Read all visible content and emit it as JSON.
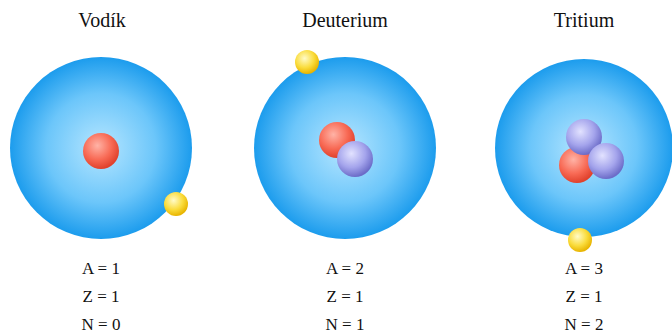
{
  "diagram": {
    "nodes": [
      {
        "text": [
          "Vodík"
        ]
      },
      {
        "text": [
          "Deuterium"
        ]
      },
      {
        "text": [
          "Tritium"
        ]
      }
    ],
    "labels": [
      "A = 1",
      "Z = 1",
      "N = 0",
      "A = 2",
      "Z = 1",
      "N = 1",
      "A = 3",
      "Z = 1",
      "N = 2"
    ]
  }
}
